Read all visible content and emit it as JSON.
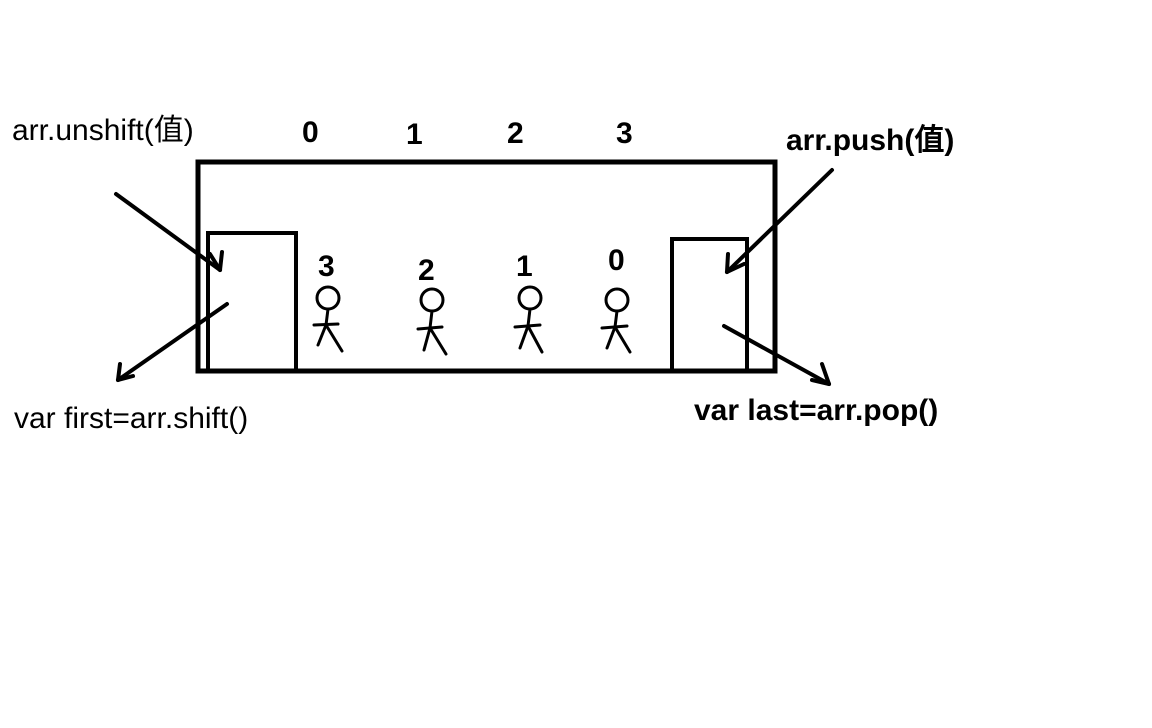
{
  "labels": {
    "unshift": "arr.unshift(值)",
    "push": "arr.push(值)",
    "shift": "var first=arr.shift()",
    "pop": "var last=arr.pop()"
  },
  "indices_top": [
    "0",
    "1",
    "2",
    "3"
  ],
  "people_numbers": [
    "3",
    "2",
    "1",
    "0"
  ],
  "colors": {
    "stroke": "#000000",
    "background": "#ffffff"
  }
}
